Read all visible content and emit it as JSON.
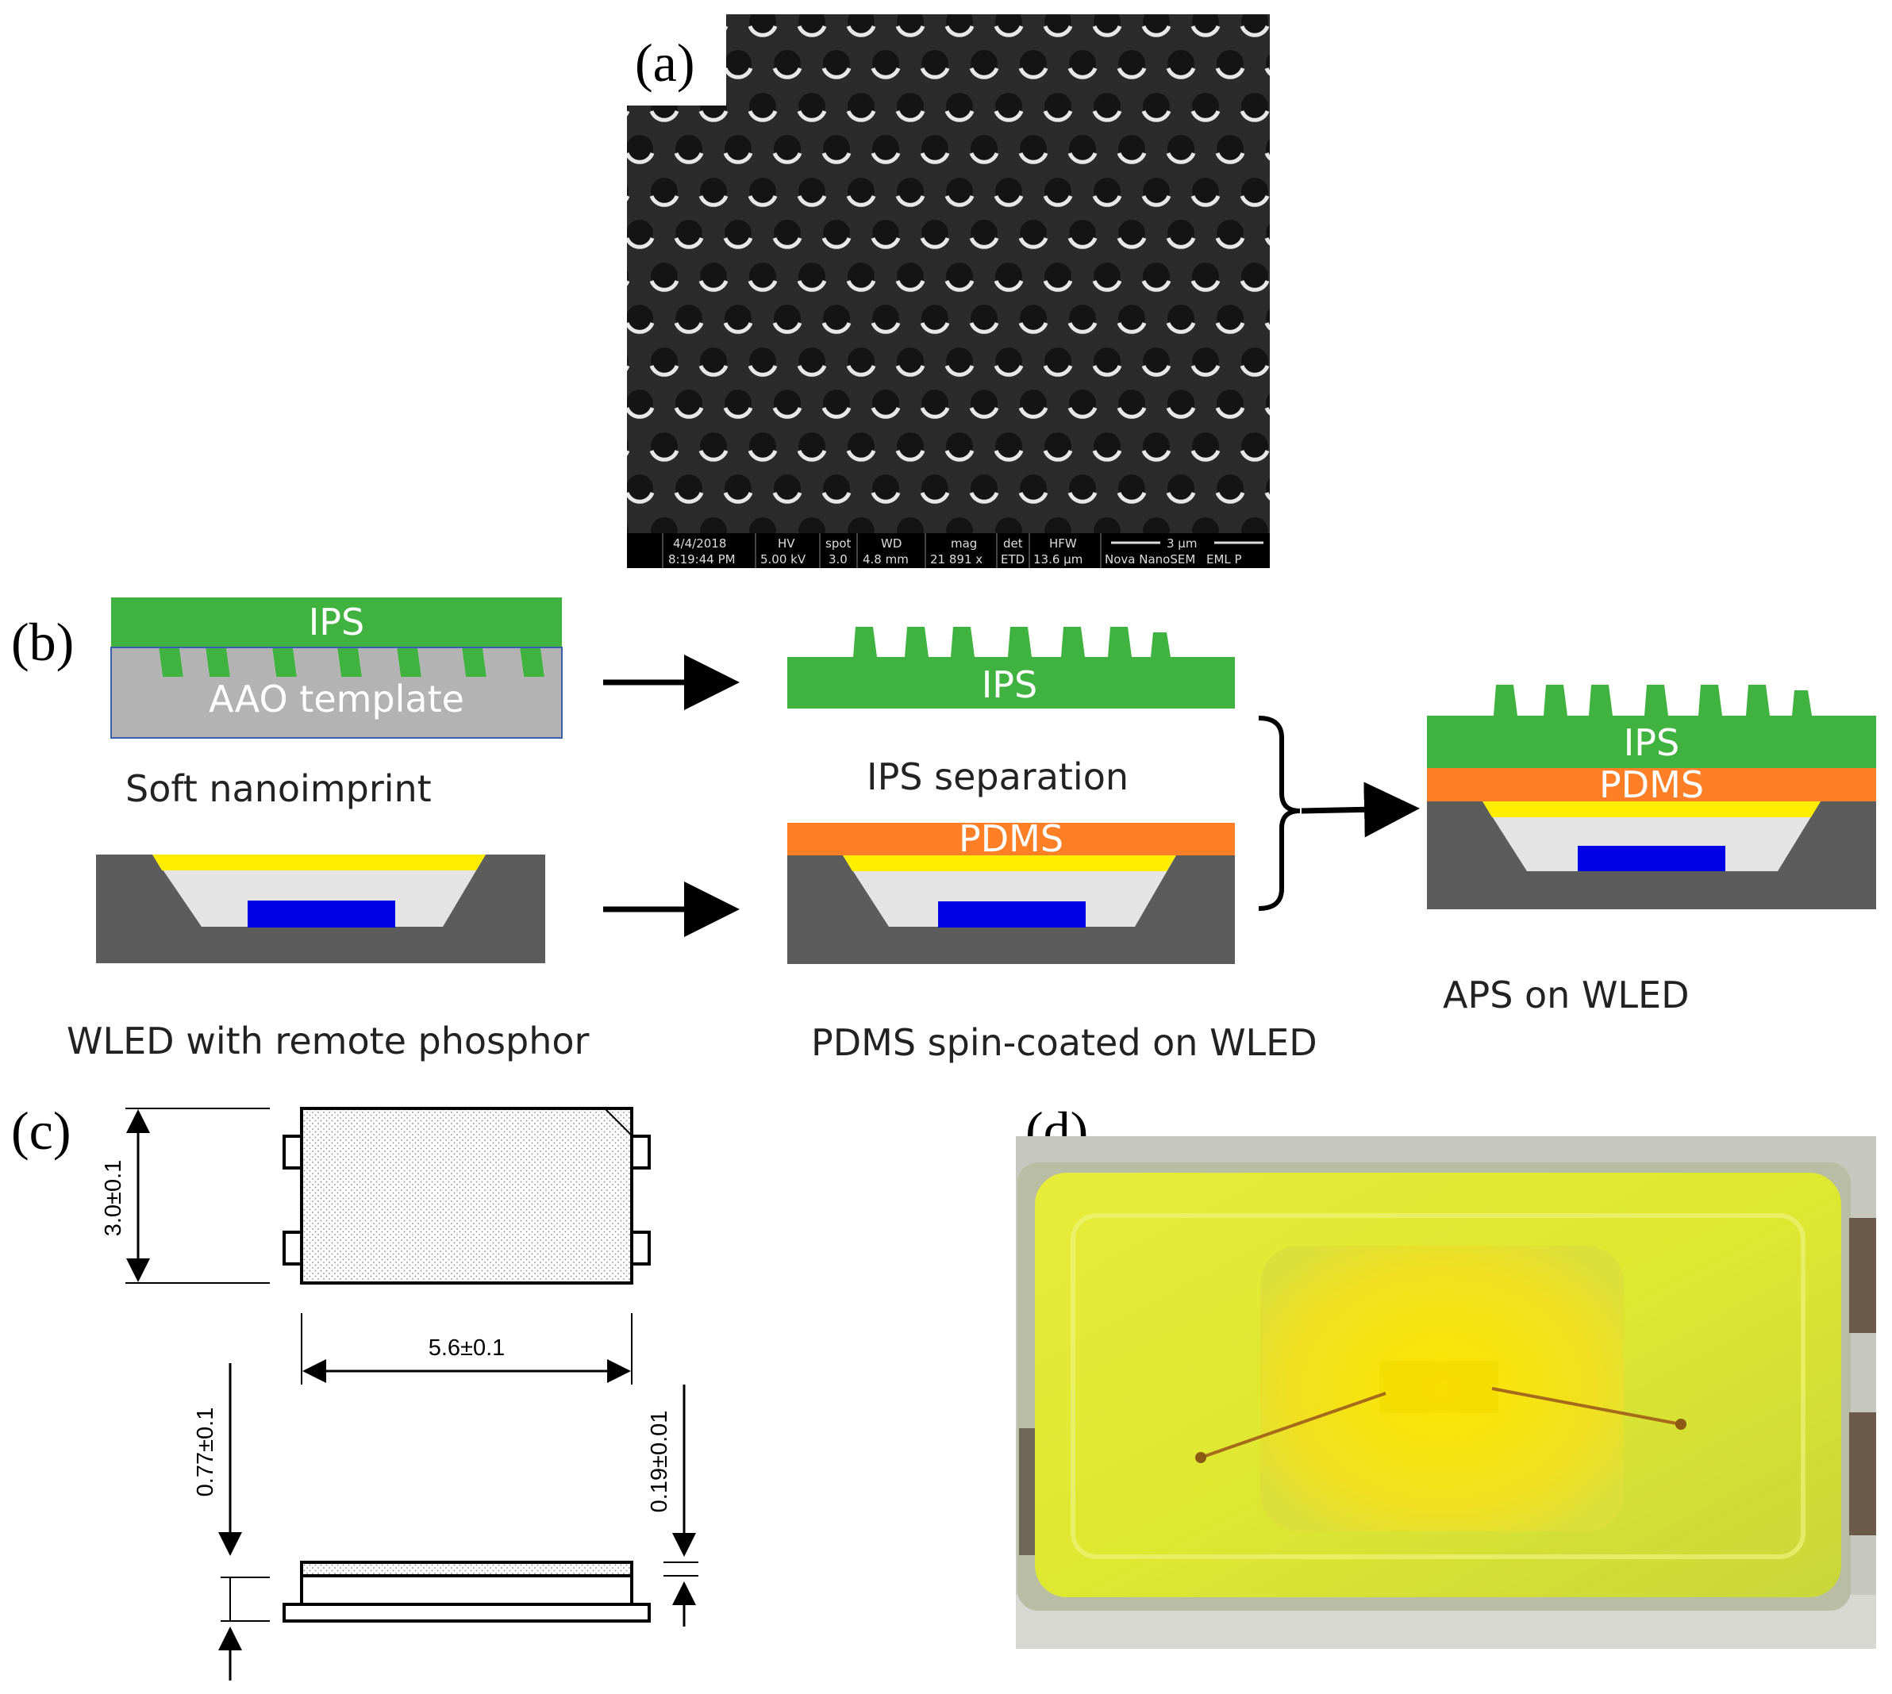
{
  "panels": {
    "a": {
      "label": "(a)"
    },
    "b": {
      "label": "(b)"
    },
    "c": {
      "label": "(c)"
    },
    "d": {
      "label": "(d)"
    }
  },
  "sem": {
    "databar": {
      "date": "4/4/2018",
      "time": "8:19:44 PM",
      "hv_label": "HV",
      "hv_value": "5.00 kV",
      "spot_label": "spot",
      "spot_value": "3.0",
      "wd_label": "WD",
      "wd_value": "4.8 mm",
      "mag_label": "mag",
      "mag_value": "21 891 x",
      "det_label": "det",
      "det_value": "ETD",
      "hfw_label": "HFW",
      "hfw_value": "13.6 µm",
      "instrument": "Nova NanoSEM",
      "lab": "EML P",
      "scale_bar": "3 µm"
    }
  },
  "process": {
    "ips": "IPS",
    "aao_template": "AAO template",
    "pdms": "PDMS",
    "captions": {
      "soft_nanoimprint": "Soft nanoimprint",
      "ips_separation": "IPS separation",
      "wled_remote_phosphor": "WLED with remote phosphor",
      "pdms_spin_coated": "PDMS spin-coated on WLED",
      "aps_on_wled": "APS on WLED"
    },
    "colors": {
      "ips": "#3fb23f",
      "aao": "#b3b3b3",
      "pdms": "#ff7f27",
      "phosphor": "#ffee00",
      "housing": "#5c5c5c",
      "cavity": "#e4e4e4",
      "chip": "#0000e6"
    }
  },
  "dimensions": {
    "height": "3.0±0.1",
    "width": "5.6±0.1",
    "total_thickness": "0.77±0.1",
    "phosphor_thickness": "0.19±0.01"
  }
}
